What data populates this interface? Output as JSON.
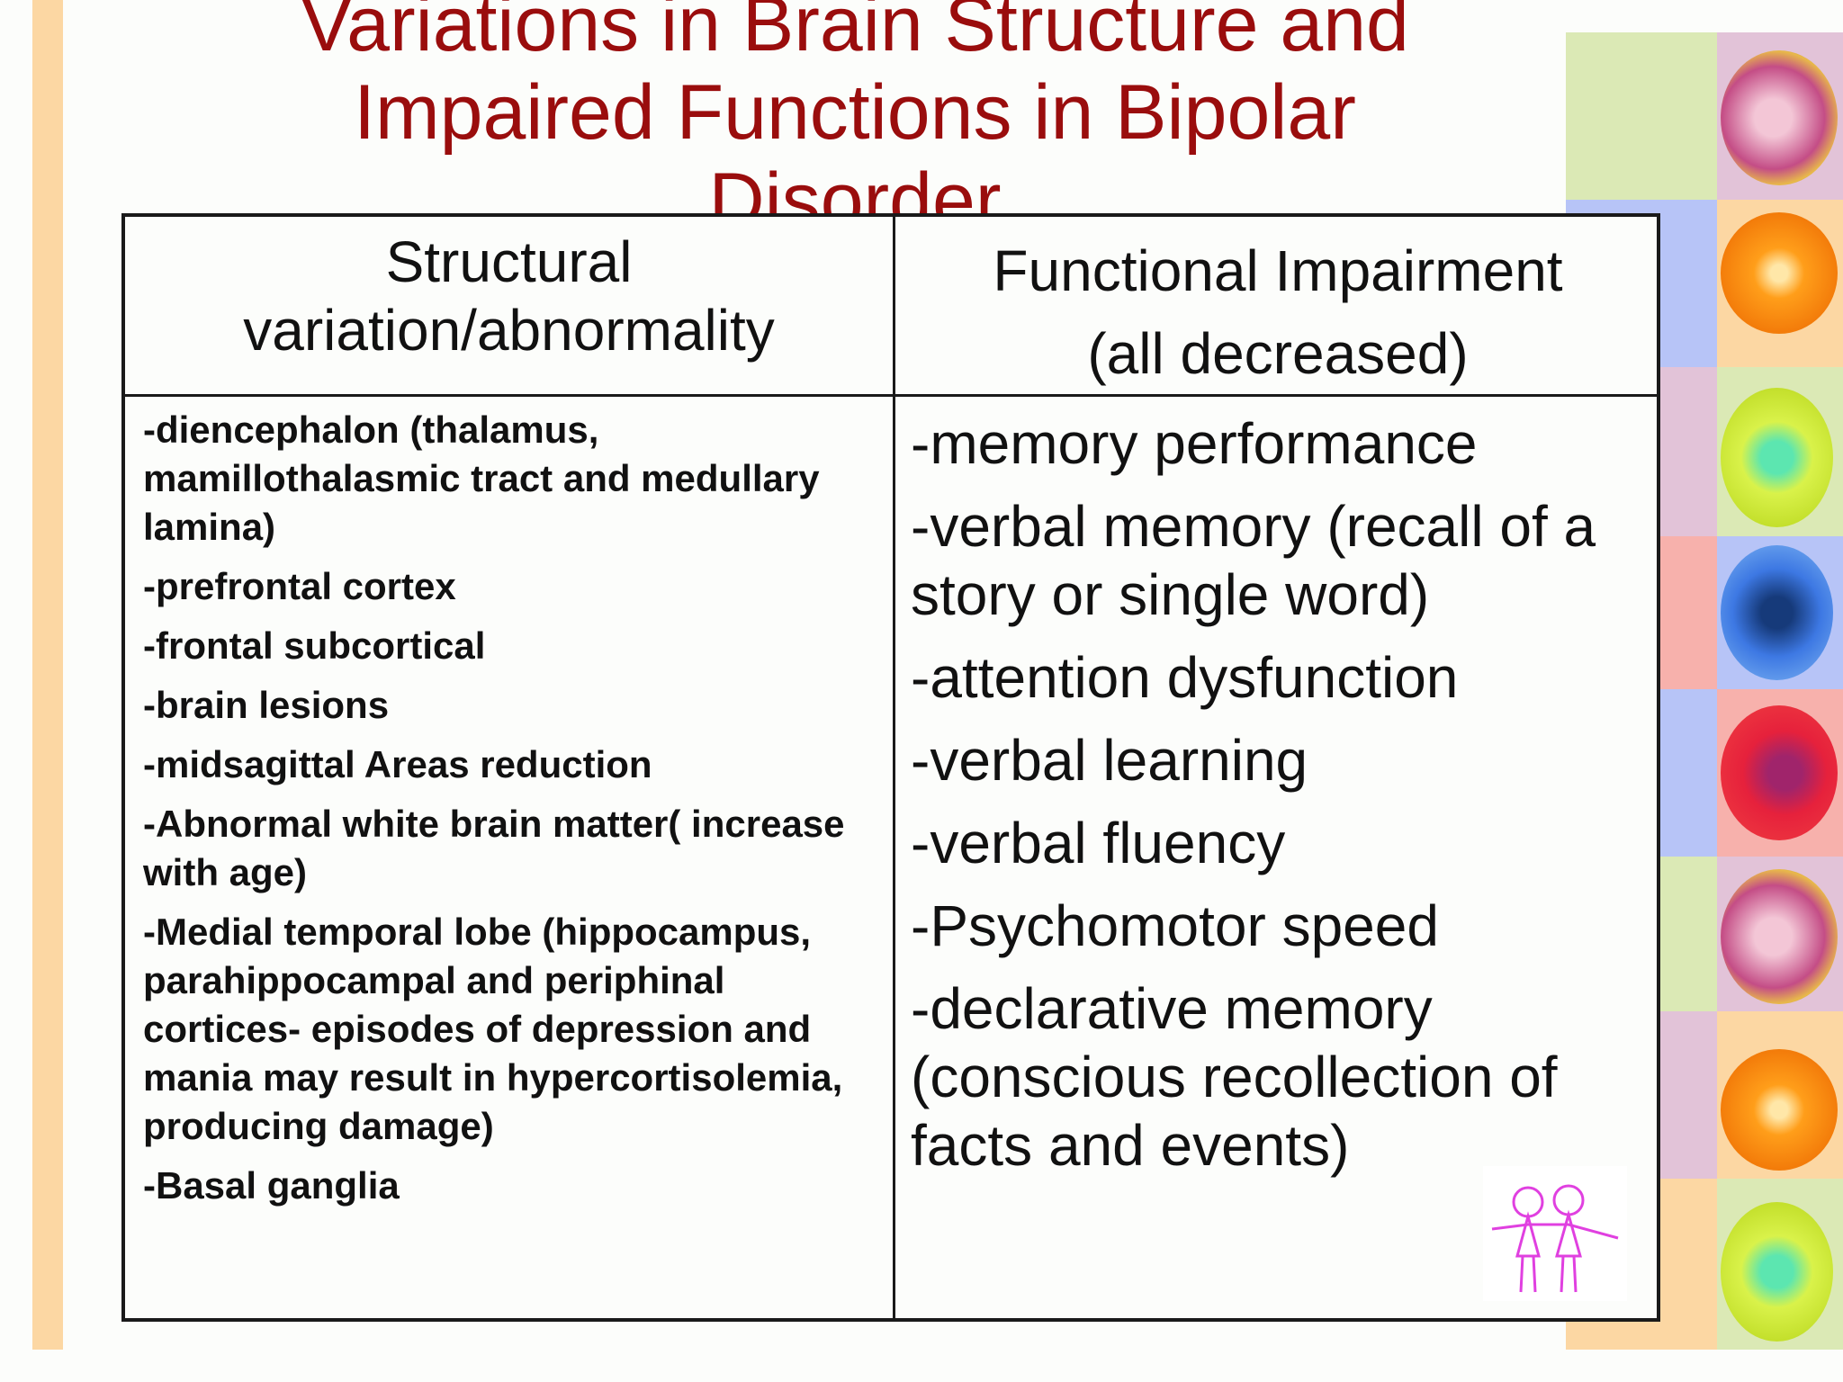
{
  "slide": {
    "title": "Variations in Brain Structure and Impaired Functions in Bipolar Disorder",
    "colors": {
      "title": "#9a0d0d",
      "text": "#111111",
      "border": "#1a1a1a",
      "left_stripe": "#fcd7a3"
    }
  },
  "table": {
    "headers": {
      "left_line1": "Structural",
      "left_line2": "variation/abnormality",
      "right_line1": "Functional Impairment",
      "right_line2": "(all decreased)"
    },
    "structural": [
      "-diencephalon (thalamus, mamillothalasmic tract and medullary lamina)",
      "-prefrontal cortex",
      "-frontal subcortical",
      "-brain lesions",
      "-midsagittal Areas reduction",
      "-Abnormal white brain matter( increase with age)",
      "-Medial temporal lobe (hippocampus, parahippocampal and periphinal cortices- episodes of depression and mania may result in hypercortisolemia, producing damage)",
      "-Basal ganglia"
    ],
    "functional": [
      "-memory performance",
      "-verbal memory (recall of a story or single word)",
      "-attention dysfunction",
      "-verbal learning",
      "-verbal fluency",
      "-Psychomotor speed",
      "-declarative memory (conscious recollection of facts and events)"
    ]
  },
  "decorations": {
    "fruit_icons": [
      "apple-icon",
      "orange-icon",
      "green-apple-icon",
      "blue-apple-icon",
      "red-grapefruit-icon",
      "apple-icon",
      "orange-icon",
      "green-apple-icon"
    ],
    "clipart": "children-drawing-icon"
  }
}
